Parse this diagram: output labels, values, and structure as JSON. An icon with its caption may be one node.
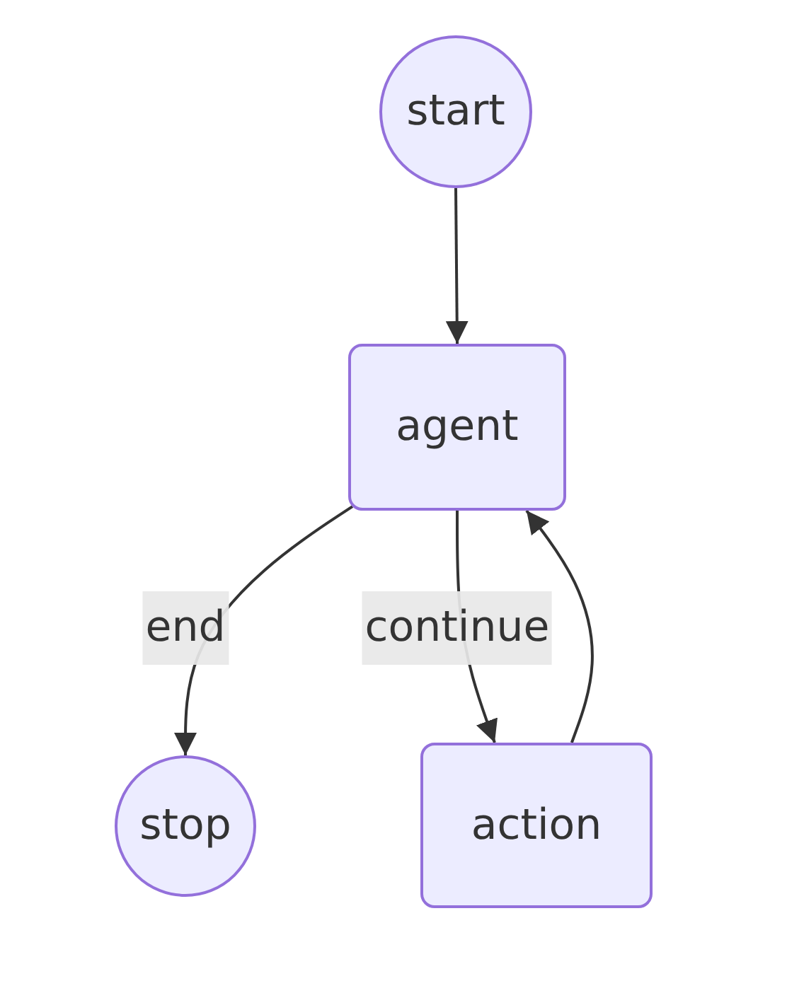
{
  "diagram": {
    "nodes": [
      {
        "text": [
          "start"
        ]
      },
      {
        "text": [
          "agent"
        ]
      },
      {
        "text": [
          "stop"
        ]
      },
      {
        "text": [
          "action"
        ]
      }
    ],
    "edges": [
      {
        "from": 0,
        "to": 1,
        "arrow": "to"
      },
      {
        "from": 1,
        "to": 2,
        "label": "end",
        "arrow": "to"
      },
      {
        "from": 1,
        "to": 3,
        "label": "continue",
        "arrow": "to"
      },
      {
        "from": 3,
        "to": 1,
        "arrow": "to"
      }
    ]
  }
}
